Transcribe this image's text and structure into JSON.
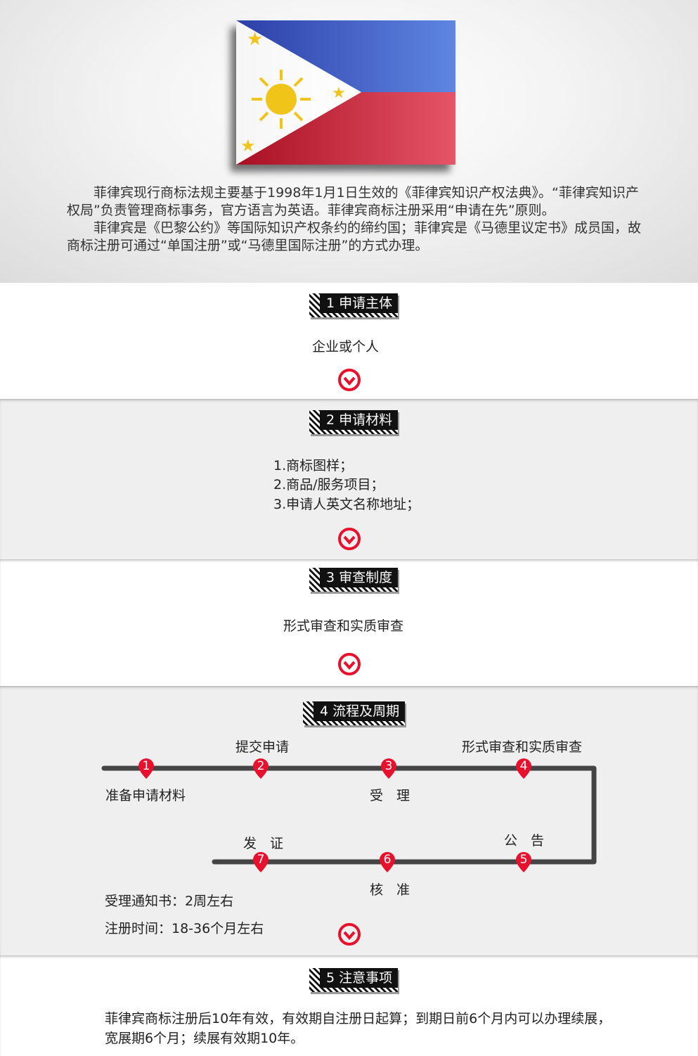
{
  "intro": {
    "p1": "菲律宾现行商标法规主要基于1998年1月1日生效的《菲律宾知识产权法典》。“菲律宾知识产权局”负责管理商标事务，官方语言为英语。菲律宾商标注册采用“申请在先”原则。",
    "p2": "菲律宾是《巴黎公约》等国际知识产权条约的缔约国；菲律宾是《马德里议定书》成员国，故商标注册可通过“单国注册”或“马德里国际注册”的方式办理。"
  },
  "sections": {
    "s1": {
      "title": "1 申请主体",
      "body": "企业或个人"
    },
    "s2": {
      "title": "2 申请材料",
      "items": [
        "1.商标图样；",
        "2.商品/服务项目；",
        "3.申请人英文名称地址；"
      ]
    },
    "s3": {
      "title": "3 审查制度",
      "body": "形式审查和实质审查"
    },
    "s4": {
      "title": "4 流程及周期",
      "steps": [
        {
          "n": "1",
          "label": "准备申请材料"
        },
        {
          "n": "2",
          "label": "提交申请"
        },
        {
          "n": "3",
          "label": "受　理"
        },
        {
          "n": "4",
          "label": "形式审查和实质审查"
        },
        {
          "n": "5",
          "label": "公　告"
        },
        {
          "n": "6",
          "label": "核　准"
        },
        {
          "n": "7",
          "label": "发　证"
        }
      ],
      "notice": "受理通知书：2周左右",
      "duration": "注册时间：18-36个月左右"
    },
    "s5": {
      "title": "5 注意事项",
      "line1": "菲律宾商标注册后10年有效，有效期自注册日起算；到期日前6个月内可以办理续展，",
      "line2": "宽展期6个月；续展有效期10年。"
    }
  },
  "colors": {
    "accent": "#e8112d",
    "timeline": "#444444",
    "flag_blue": "#3b5fcc",
    "flag_red": "#c8102e",
    "flag_sun": "#f4d03f"
  }
}
